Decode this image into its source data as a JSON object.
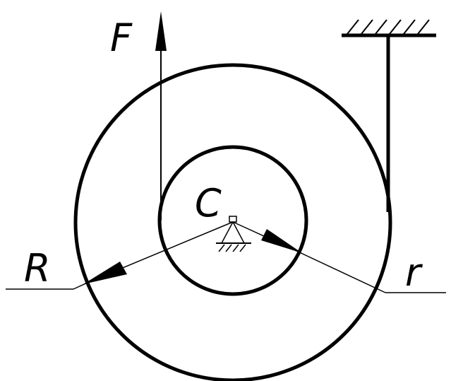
{
  "diagram": {
    "labels": {
      "force": "F",
      "center": "C",
      "outer_radius": "R",
      "inner_radius": "r"
    },
    "colors": {
      "stroke": "#000000",
      "background": "#ffffff"
    }
  }
}
